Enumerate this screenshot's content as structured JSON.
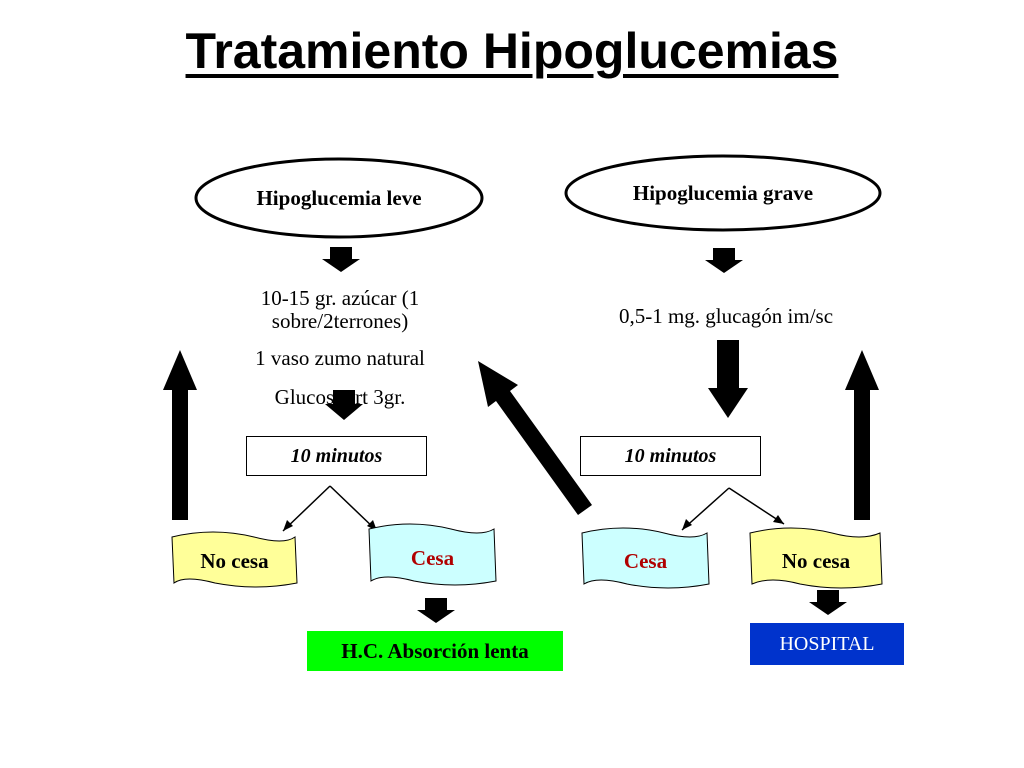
{
  "title": "Tratamiento Hipoglucemias",
  "left": {
    "heading": "Hipoglucemia leve",
    "treatment_1": "10-15 gr. azúcar (1 sobre/2terrones)",
    "treatment_2": "1 vaso zumo natural",
    "treatment_3": "Glucosport 3gr.",
    "wait": "10 minutos",
    "no_cesa": "No cesa",
    "cesa": "Cesa",
    "result": "H.C. Absorción lenta"
  },
  "right": {
    "heading": "Hipoglucemia grave",
    "treatment": "0,5-1 mg. glucagón im/sc",
    "wait": "10 minutos",
    "cesa": "Cesa",
    "no_cesa": "No cesa",
    "result": "HOSPITAL"
  },
  "colors": {
    "no_cesa_fill": "#FFFF99",
    "cesa_fill": "#CCFFFF",
    "absorcion_fill": "#00FF00",
    "hospital_fill": "#0033CC",
    "hospital_text": "#FFFFFF",
    "arrow": "#000000"
  },
  "icons": {
    "down": "block-arrow-down-icon",
    "up": "block-arrow-up-icon",
    "diagonal": "block-arrow-diagonal-icon"
  }
}
